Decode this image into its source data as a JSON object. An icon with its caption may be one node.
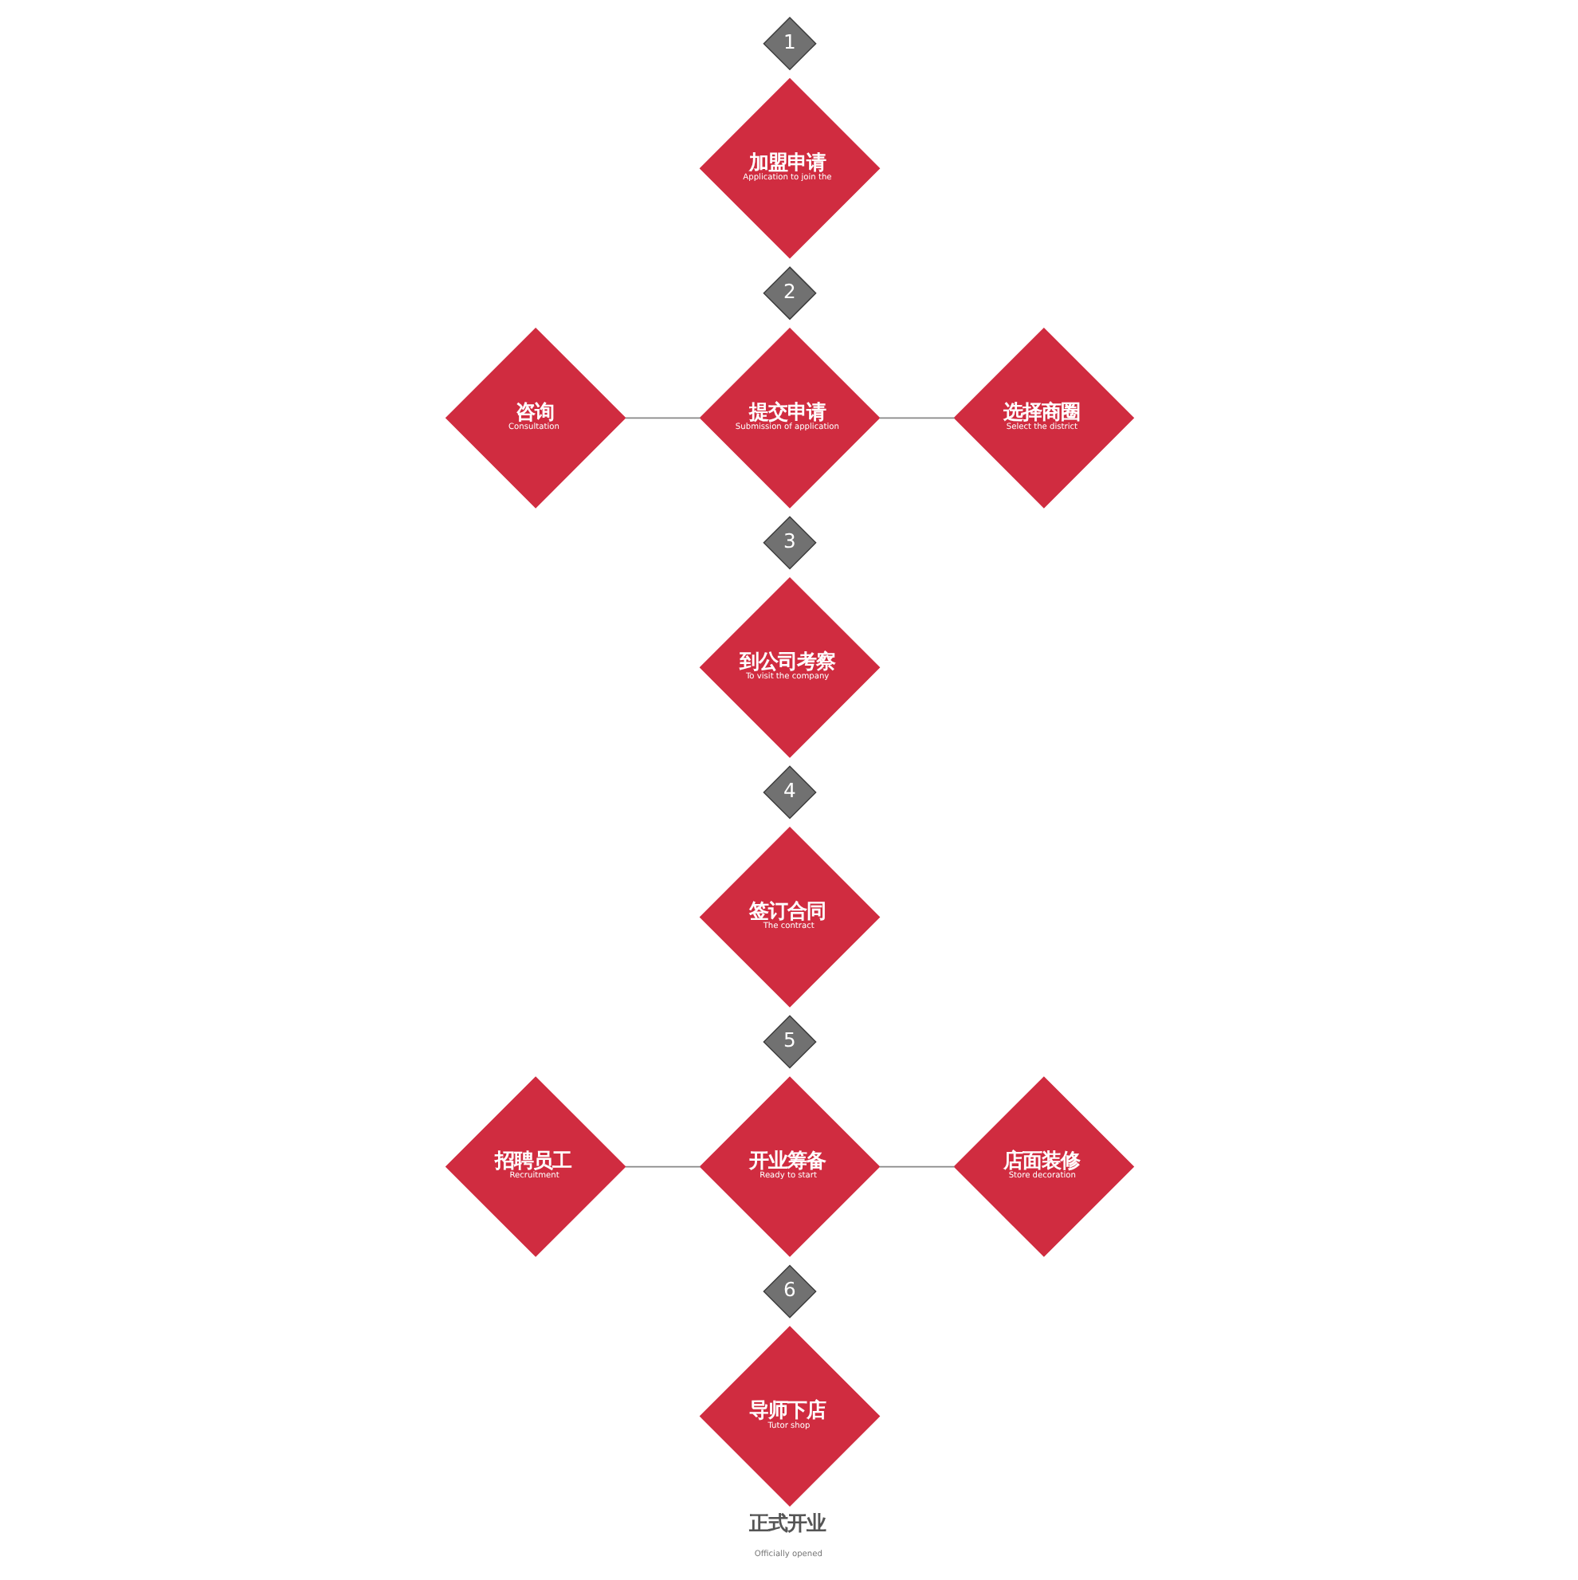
{
  "diagram": {
    "nodes": [
      {
        "text": [
          "1"
        ]
      },
      {
        "text": [
          "加盟申请",
          "Application to join the"
        ]
      },
      {
        "text": [
          "2"
        ]
      },
      {
        "text": [
          "咨询",
          "Consultation"
        ]
      },
      {
        "text": [
          "提交申请",
          "Submission of application"
        ]
      },
      {
        "text": [
          "选择商圈",
          "Select the district"
        ]
      },
      {
        "text": [
          "3"
        ]
      },
      {
        "text": [
          "到公司考察",
          "To visit the company"
        ]
      },
      {
        "text": [
          "4"
        ]
      },
      {
        "text": [
          "签订合同",
          "The contract"
        ]
      },
      {
        "text": [
          "5"
        ]
      },
      {
        "text": [
          "招聘员工",
          "Recruitment"
        ]
      },
      {
        "text": [
          "开业筹备",
          "Ready to start"
        ]
      },
      {
        "text": [
          "店面装修",
          "Store decoration"
        ]
      },
      {
        "text": [
          "6"
        ]
      },
      {
        "text": [
          "导师下店",
          "Tutor shop"
        ]
      }
    ],
    "edges": [
      {
        "from": 3,
        "to": 4,
        "arrow": "none"
      },
      {
        "from": 4,
        "to": 5,
        "arrow": "none"
      },
      {
        "from": 11,
        "to": 12,
        "arrow": "none"
      },
      {
        "from": 12,
        "to": 13,
        "arrow": "none"
      }
    ],
    "labels": [
      "正式开业",
      "Officially opened"
    ]
  }
}
